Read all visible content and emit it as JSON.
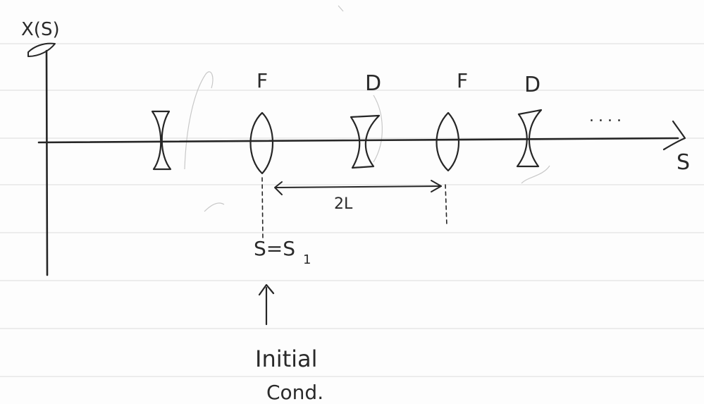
{
  "axes": {
    "vertical_label": "X(S)",
    "horizontal_label": "S"
  },
  "lenses": [
    {
      "type": "defocusing",
      "label": ""
    },
    {
      "type": "focusing",
      "label": "F"
    },
    {
      "type": "defocusing",
      "label": "D"
    },
    {
      "type": "focusing",
      "label": "F"
    },
    {
      "type": "defocusing",
      "label": "D"
    }
  ],
  "continuation": "....",
  "spacing_label": "2L",
  "position_label": "S=S",
  "position_subscript": "1",
  "initial_label": {
    "line1": "Initial",
    "line2": "Cond."
  },
  "colors": {
    "ink": "#262626",
    "paper": "#fdfdfd",
    "rule": "#e2e2e2"
  }
}
